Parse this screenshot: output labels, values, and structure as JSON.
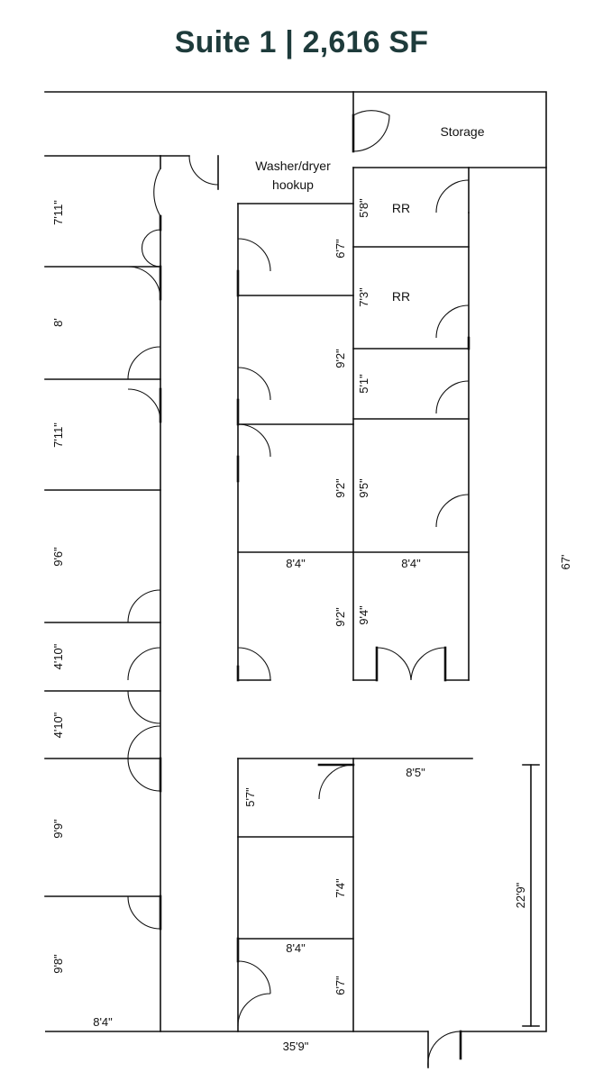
{
  "title": "Suite 1  |  2,616 SF",
  "rooms": {
    "storage": "Storage",
    "washer_line1": "Washer/dryer",
    "washer_line2": "hookup",
    "rr1": "RR",
    "rr2": "RR"
  },
  "dimensions": {
    "left_7_11_top": "7'11\"",
    "left_8": "8'",
    "left_7_11_mid": "7'11\"",
    "left_9_6": "9'6\"",
    "left_4_10_a": "4'10\"",
    "left_4_10_b": "4'10\"",
    "left_9_9": "9'9\"",
    "left_9_8": "9'8\"",
    "bottom_left_8_4": "8'4\"",
    "bottom_overall": "35'9\"",
    "rr_5_8": "5'8\"",
    "rr_6_7": "6'7\"",
    "rr_7_3": "7'3\"",
    "mid_9_2_a": "9'2\"",
    "mid_5_1": "5'1\"",
    "mid_9_2_b": "9'2\"",
    "mid_9_5": "9'5\"",
    "mid_8_4_left": "8'4\"",
    "mid_8_4_right": "8'4\"",
    "mid_9_2_c": "9'2\"",
    "mid_9_4": "9'4\"",
    "right_67": "67'",
    "lower_8_5": "8'5\"",
    "lower_22_9": "22'9\"",
    "lower_5_7": "5'7\"",
    "lower_7_4": "7'4\"",
    "lower_8_4": "8'4\"",
    "lower_6_7": "6'7\""
  }
}
